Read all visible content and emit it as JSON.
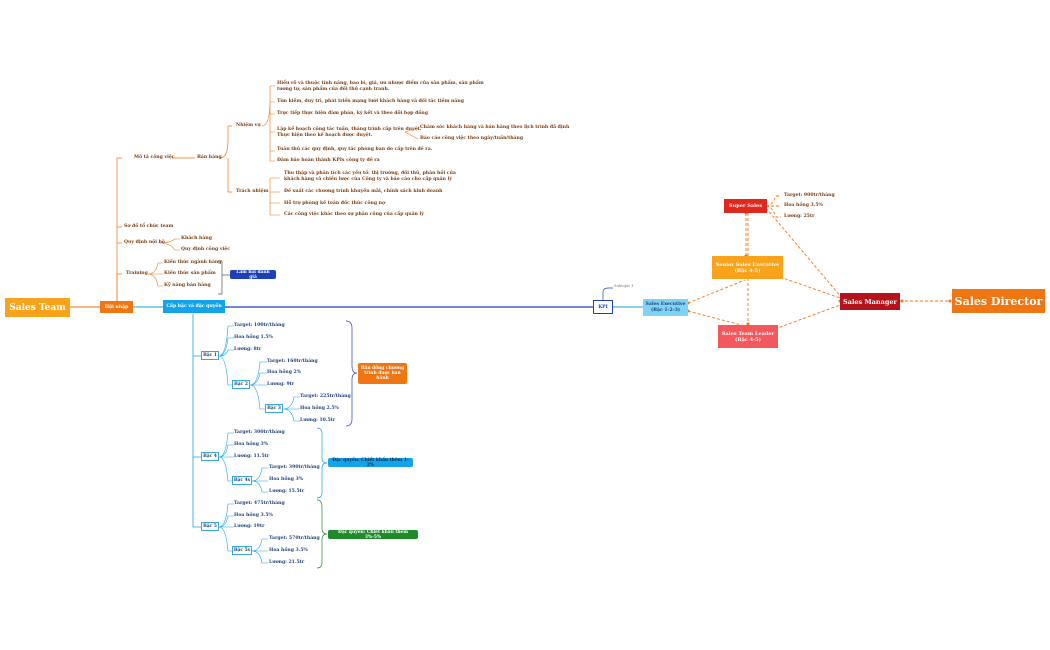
{
  "root": "Sales Team",
  "branch_hoinhap": "Hội nhập",
  "branch_capbac": "Cấp bậc và đặc quyền",
  "mota": {
    "label": "Mô tả công việc",
    "banhang": "Bán hàng",
    "nhiemvu": {
      "label": "Nhiệm vụ",
      "items": [
        "Hiểu rõ và thuộc tính năng, bao bì, giá, ưu nhược điểm của sản phẩm, sản phẩm",
        "tương tự, sản phẩm của đối thủ cạnh tranh.",
        "Tìm kiếm, duy trì, phát triển mạng lưới khách hàng và đối tác tiềm năng",
        "Trực tiếp thực hiện đàm phán, ký kết và theo dõi hợp đồng",
        "Lập kế hoạch công tác tuần, tháng trình cấp trên duyệt.",
        "Thực hiện theo kế hoạch được duyệt.",
        "Tuân thủ các quy định, quy tác phòng ban do cấp trên đề ra.",
        "Đảm bảo hoàn thành KPIs công ty đề ra"
      ],
      "sub": [
        "Chăm sóc khách hàng và bán hàng theo lịch trình đã định",
        "Báo cáo công việc theo ngày/tuần/tháng"
      ]
    },
    "trachnhiem": {
      "label": "Trách nhiệm",
      "items": [
        "Thu thập và phân tích các yếu tố: thị trường, đối thủ, phản hồi của",
        "khách hàng và chiến lược của Công ty và báo cáo cho cấp quản lý",
        "Đề xuất các chương trình khuyến mãi, chính sách kinh doanh",
        "Hỗ trợ phòng kế toán đốc thúc công nợ",
        "Các công việc khác theo sự phân công của cấp quản lý"
      ]
    }
  },
  "sodo": "Sơ đồ tổ chức team",
  "quydinh": {
    "label": "Quy định nội bộ",
    "items": [
      "Khách hàng",
      "Quy định công việc"
    ]
  },
  "training": {
    "label": "Training",
    "items": [
      "Kiến thức ngành hàng",
      "Kiến thức sản phẩm",
      "Kỹ năng bán hàng"
    ],
    "tag": "Làm bài đánh giá"
  },
  "levels": {
    "bac1": {
      "label": "Bậc 1",
      "target": "Target: 100tr/tháng",
      "hh": "Hoa hồng 1.5%",
      "luong": "Lương: 8tr"
    },
    "bac2": {
      "label": "Bậc 2",
      "target": "Target: 160tr/tháng",
      "hh": "Hoa hồng 2%",
      "luong": "Lương: 9tr"
    },
    "bac3": {
      "label": "Bậc 3",
      "target": "Target: 225tr/tháng",
      "hh": "Hoa hồng 2.5%",
      "luong": "Lương: 10.5tr"
    },
    "bac4": {
      "label": "Bậc 4",
      "target": "Target: 300tr/tháng",
      "hh": "Hoa hồng 3%",
      "luong": "Lương: 11.5tr"
    },
    "bac4s": {
      "label": "Bậc 4s",
      "target": "Target: 390tr/tháng",
      "hh": "Hoa hồng 3%",
      "luong": "Lương: 15.5tr"
    },
    "bac5": {
      "label": "Bậc 5",
      "target": "Target: 475tr/tháng",
      "hh": "Hoa hồng 3.5%",
      "luong": "Lương: 19tr"
    },
    "bac5s": {
      "label": "Bậc 5s",
      "target": "Target: 570tr/tháng",
      "hh": "Hoa hồng 3.5%",
      "luong": "Lương: 21.5tr"
    }
  },
  "tags": {
    "dongchuong": "Bản đồng chương trình được ban hành",
    "dacquyen4": "Đặc quyền: Chiết khấu thêm 1-2%",
    "dacquyen5": "Đặc quyền: Chiết khấu thêm 3%-5%"
  },
  "kpi": "KPI",
  "subtopic": "Subtopic 1",
  "sales_exec": {
    "l1": "Sales Executive",
    "l2": "(Bậc 1-2-3)"
  },
  "senior": {
    "l1": "Senior Sales Executive",
    "l2": "(Bậc 4-5)"
  },
  "leader": {
    "l1": "Sales Team Leader",
    "l2": "(Bậc 4-5)"
  },
  "super": {
    "label": "Super Sales",
    "items": [
      "Target: 900tr/tháng",
      "Hoa hồng 3.5%",
      "Lương: 25tr"
    ]
  },
  "manager": "Sales Manager",
  "director": "Sales Director",
  "colors": {
    "orange": "#f07613",
    "blue": "#14a3e8",
    "navy": "#1f3fb8",
    "red": "#e0281d",
    "darkred": "#b5121b",
    "green": "#1f8a2a"
  }
}
